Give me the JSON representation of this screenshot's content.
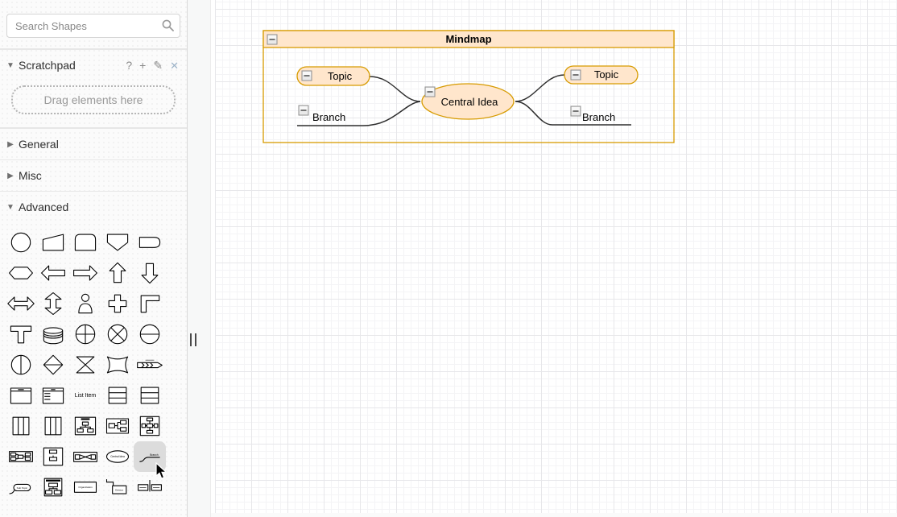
{
  "sidebar": {
    "search": {
      "placeholder": "Search Shapes"
    },
    "scratchpad": {
      "label": "Scratchpad",
      "dropzone_text": "Drag elements here",
      "tools": [
        {
          "name": "help",
          "glyph": "?"
        },
        {
          "name": "add",
          "glyph": "+"
        },
        {
          "name": "edit",
          "glyph": "✎"
        },
        {
          "name": "close",
          "glyph": "✕"
        }
      ]
    },
    "sections": [
      {
        "label": "General",
        "expanded": false
      },
      {
        "label": "Misc",
        "expanded": false
      },
      {
        "label": "Advanced",
        "expanded": true
      }
    ],
    "palette": [
      {
        "name": "circle"
      },
      {
        "name": "trapezoid"
      },
      {
        "name": "card"
      },
      {
        "name": "shield"
      },
      {
        "name": "rounded-rectangle"
      },
      {
        "name": "hexagon"
      },
      {
        "name": "arrow-left"
      },
      {
        "name": "arrow-right"
      },
      {
        "name": "arrow-up"
      },
      {
        "name": "arrow-down"
      },
      {
        "name": "arrow-horizontal"
      },
      {
        "name": "arrow-vertical"
      },
      {
        "name": "actor"
      },
      {
        "name": "cross"
      },
      {
        "name": "corner"
      },
      {
        "name": "tee"
      },
      {
        "name": "data-store"
      },
      {
        "name": "circle-plus"
      },
      {
        "name": "circle-cross"
      },
      {
        "name": "circle-hline"
      },
      {
        "name": "circle-vline"
      },
      {
        "name": "diamond-line"
      },
      {
        "name": "hourglass"
      },
      {
        "name": "concave-square"
      },
      {
        "name": "arrow-strip"
      },
      {
        "name": "window"
      },
      {
        "name": "titled-list"
      },
      {
        "name": "list-item",
        "label": "List Item"
      },
      {
        "name": "rows-3"
      },
      {
        "name": "rows-3-bold"
      },
      {
        "name": "columns-3"
      },
      {
        "name": "columns-3-bold"
      },
      {
        "name": "tree-container"
      },
      {
        "name": "htree-container"
      },
      {
        "name": "cross-container"
      },
      {
        "name": "wide-tree"
      },
      {
        "name": "nested-container"
      },
      {
        "name": "flow-cross"
      },
      {
        "name": "central-idea",
        "label": "Central Idea"
      },
      {
        "name": "branch",
        "label": "Branch",
        "hovered": true
      },
      {
        "name": "sub-topic",
        "label": "Sub Topic"
      },
      {
        "name": "org-chart"
      },
      {
        "name": "organization",
        "label": "Organization"
      },
      {
        "name": "division",
        "label": "Division"
      },
      {
        "name": "sub-section"
      }
    ]
  },
  "canvas": {
    "diagram": {
      "title": "Mindmap",
      "topics": [
        "Topic",
        "Topic"
      ],
      "central": "Central Idea",
      "branches": [
        "Branch",
        "Branch"
      ],
      "colors": {
        "node_fill": "#ffe6cc",
        "node_stroke": "#d79b00",
        "edge": "#2e2e2e"
      }
    }
  }
}
